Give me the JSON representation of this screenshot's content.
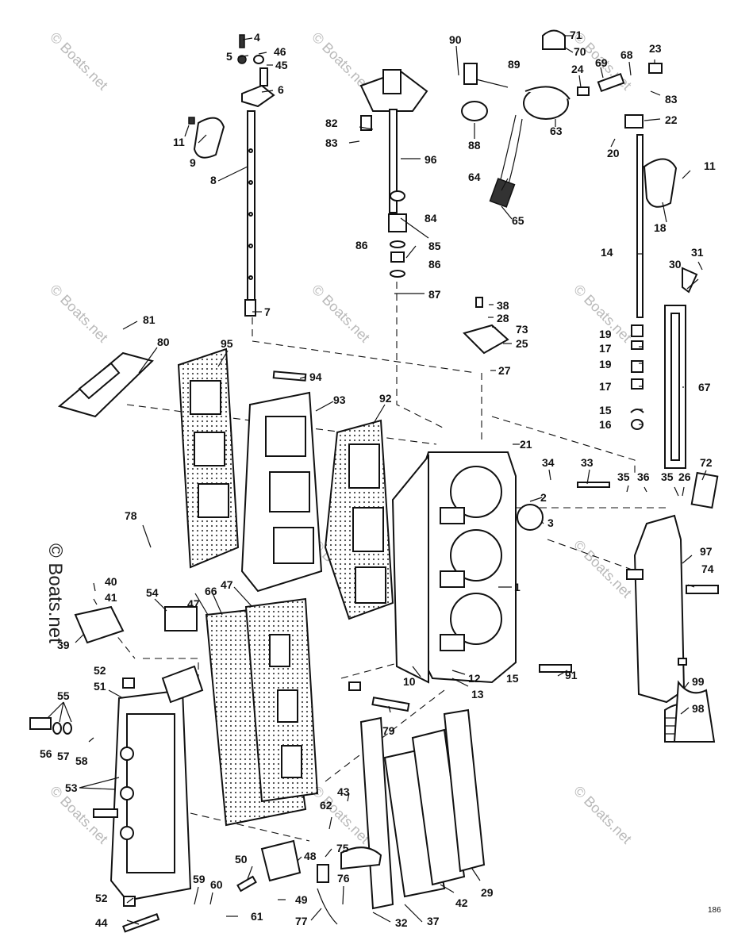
{
  "watermark": {
    "text": "© Boats.net"
  },
  "page_number": "186",
  "callouts": [
    {
      "id": "c1",
      "text": "1"
    },
    {
      "id": "c2",
      "text": "2"
    },
    {
      "id": "c3",
      "text": "3"
    },
    {
      "id": "c4",
      "text": "4"
    },
    {
      "id": "c5",
      "text": "5"
    },
    {
      "id": "c6",
      "text": "6"
    },
    {
      "id": "c7",
      "text": "7"
    },
    {
      "id": "c8",
      "text": "8"
    },
    {
      "id": "c9",
      "text": "9"
    },
    {
      "id": "c10",
      "text": "10"
    },
    {
      "id": "c11a",
      "text": "11"
    },
    {
      "id": "c11b",
      "text": "11"
    },
    {
      "id": "c12",
      "text": "12"
    },
    {
      "id": "c13",
      "text": "13"
    },
    {
      "id": "c14",
      "text": "14"
    },
    {
      "id": "c15a",
      "text": "15"
    },
    {
      "id": "c15b",
      "text": "15"
    },
    {
      "id": "c16",
      "text": "16"
    },
    {
      "id": "c17a",
      "text": "17"
    },
    {
      "id": "c17b",
      "text": "17"
    },
    {
      "id": "c18",
      "text": "18"
    },
    {
      "id": "c19a",
      "text": "19"
    },
    {
      "id": "c19b",
      "text": "19"
    },
    {
      "id": "c20",
      "text": "20"
    },
    {
      "id": "c21",
      "text": "21"
    },
    {
      "id": "c22",
      "text": "22"
    },
    {
      "id": "c23",
      "text": "23"
    },
    {
      "id": "c24",
      "text": "24"
    },
    {
      "id": "c25",
      "text": "25"
    },
    {
      "id": "c26",
      "text": "26"
    },
    {
      "id": "c27",
      "text": "27"
    },
    {
      "id": "c28",
      "text": "28"
    },
    {
      "id": "c29",
      "text": "29"
    },
    {
      "id": "c30",
      "text": "30"
    },
    {
      "id": "c31",
      "text": "31"
    },
    {
      "id": "c32",
      "text": "32"
    },
    {
      "id": "c33",
      "text": "33"
    },
    {
      "id": "c34",
      "text": "34"
    },
    {
      "id": "c35a",
      "text": "35"
    },
    {
      "id": "c35b",
      "text": "35"
    },
    {
      "id": "c36",
      "text": "36"
    },
    {
      "id": "c37",
      "text": "37"
    },
    {
      "id": "c38",
      "text": "38"
    },
    {
      "id": "c39",
      "text": "39"
    },
    {
      "id": "c40",
      "text": "40"
    },
    {
      "id": "c41",
      "text": "41"
    },
    {
      "id": "c42",
      "text": "42"
    },
    {
      "id": "c43",
      "text": "43"
    },
    {
      "id": "c44",
      "text": "44"
    },
    {
      "id": "c45",
      "text": "45"
    },
    {
      "id": "c46",
      "text": "46"
    },
    {
      "id": "c47a",
      "text": "47"
    },
    {
      "id": "c47b",
      "text": "47"
    },
    {
      "id": "c48",
      "text": "48"
    },
    {
      "id": "c49",
      "text": "49"
    },
    {
      "id": "c50",
      "text": "50"
    },
    {
      "id": "c51",
      "text": "51"
    },
    {
      "id": "c52a",
      "text": "52"
    },
    {
      "id": "c52b",
      "text": "52"
    },
    {
      "id": "c53",
      "text": "53"
    },
    {
      "id": "c54",
      "text": "54"
    },
    {
      "id": "c55",
      "text": "55"
    },
    {
      "id": "c56",
      "text": "56"
    },
    {
      "id": "c57",
      "text": "57"
    },
    {
      "id": "c58",
      "text": "58"
    },
    {
      "id": "c59",
      "text": "59"
    },
    {
      "id": "c60",
      "text": "60"
    },
    {
      "id": "c61",
      "text": "61"
    },
    {
      "id": "c62",
      "text": "62"
    },
    {
      "id": "c63",
      "text": "63"
    },
    {
      "id": "c64",
      "text": "64"
    },
    {
      "id": "c65",
      "text": "65"
    },
    {
      "id": "c66",
      "text": "66"
    },
    {
      "id": "c67",
      "text": "67"
    },
    {
      "id": "c68",
      "text": "68"
    },
    {
      "id": "c69",
      "text": "69"
    },
    {
      "id": "c70",
      "text": "70"
    },
    {
      "id": "c71",
      "text": "71"
    },
    {
      "id": "c72",
      "text": "72"
    },
    {
      "id": "c73",
      "text": "73"
    },
    {
      "id": "c74",
      "text": "74"
    },
    {
      "id": "c75",
      "text": "75"
    },
    {
      "id": "c76",
      "text": "76"
    },
    {
      "id": "c77",
      "text": "77"
    },
    {
      "id": "c78",
      "text": "78"
    },
    {
      "id": "c79",
      "text": "79"
    },
    {
      "id": "c80",
      "text": "80"
    },
    {
      "id": "c81",
      "text": "81"
    },
    {
      "id": "c82",
      "text": "82"
    },
    {
      "id": "c83a",
      "text": "83"
    },
    {
      "id": "c83b",
      "text": "83"
    },
    {
      "id": "c84",
      "text": "84"
    },
    {
      "id": "c85",
      "text": "85"
    },
    {
      "id": "c86a",
      "text": "86"
    },
    {
      "id": "c86b",
      "text": "86"
    },
    {
      "id": "c87",
      "text": "87"
    },
    {
      "id": "c88",
      "text": "88"
    },
    {
      "id": "c89",
      "text": "89"
    },
    {
      "id": "c90",
      "text": "90"
    },
    {
      "id": "c91",
      "text": "91"
    },
    {
      "id": "c92",
      "text": "92"
    },
    {
      "id": "c93",
      "text": "93"
    },
    {
      "id": "c94",
      "text": "94"
    },
    {
      "id": "c95",
      "text": "95"
    },
    {
      "id": "c96",
      "text": "96"
    },
    {
      "id": "c97",
      "text": "97"
    },
    {
      "id": "c98",
      "text": "98"
    },
    {
      "id": "c99",
      "text": "99"
    }
  ]
}
